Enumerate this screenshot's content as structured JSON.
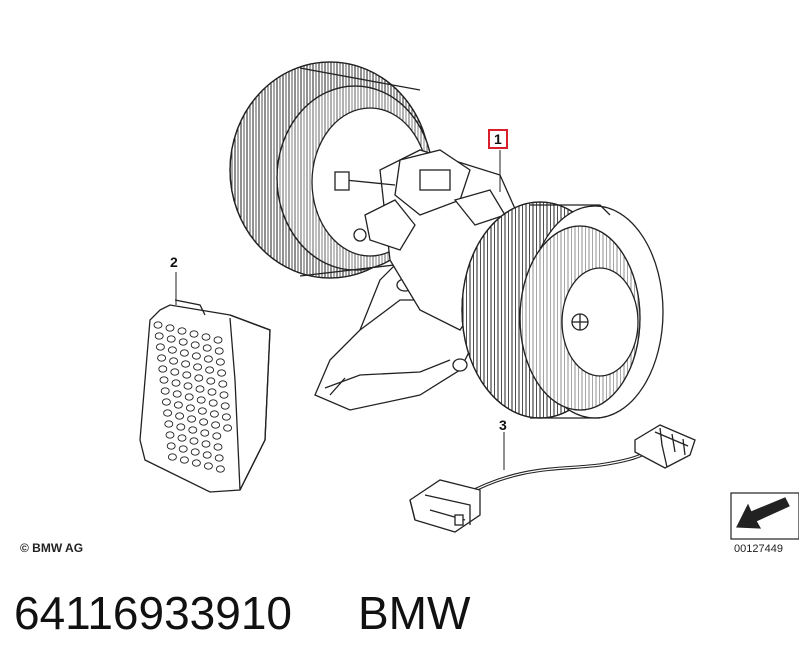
{
  "callouts": {
    "part1": "1",
    "part2": "2",
    "part3": "3"
  },
  "footer": {
    "copyright": "© BMW AG",
    "reference": "00127449",
    "part_number": "64116933910",
    "brand": "BMW"
  },
  "colors": {
    "line": "#222222",
    "highlight_box": "#d9202a"
  },
  "icons": {
    "corner": "arrow-corner-icon"
  }
}
